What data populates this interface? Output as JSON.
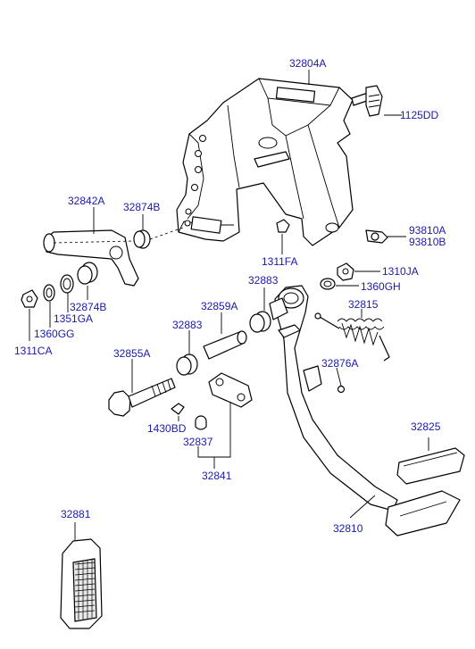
{
  "labels": {
    "p32804A": "32804A",
    "p1125DD": "1125DD",
    "p32842A": "32842A",
    "p32874B_top": "32874B",
    "p93810A": "93810A",
    "p93810B": "93810B",
    "p1311FA": "1311FA",
    "p1310JA": "1310JA",
    "p1360GH": "1360GH",
    "p1311CA": "1311CA",
    "p1360GG": "1360GG",
    "p1351GA": "1351GA",
    "p32874B_bottom": "32874B",
    "p32883_top": "32883",
    "p32859A": "32859A",
    "p32815": "32815",
    "p32883_mid": "32883",
    "p32855A": "32855A",
    "p32876A": "32876A",
    "p1430BD": "1430BD",
    "p32837": "32837",
    "p32841": "32841",
    "p32825": "32825",
    "p32881": "32881",
    "p32810": "32810"
  },
  "colors": {
    "label_text": "#1a1aa8",
    "line_art": "#000000",
    "background": "#ffffff"
  }
}
